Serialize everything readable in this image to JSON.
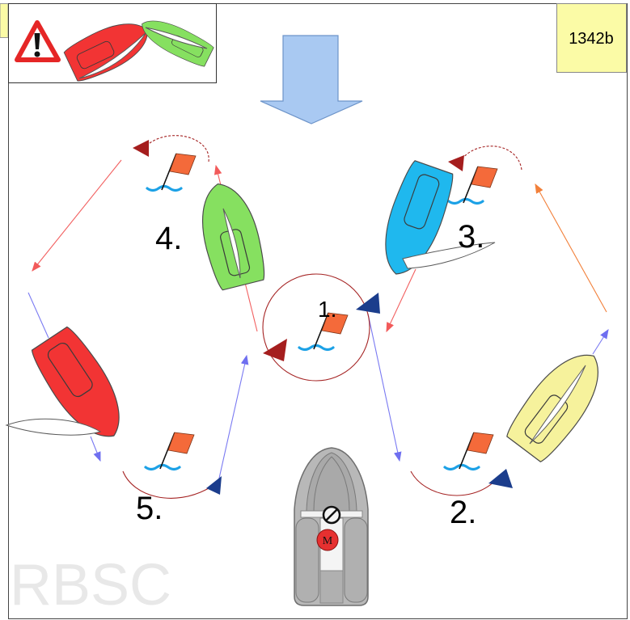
{
  "badge": {
    "code": "1342b"
  },
  "marks": {
    "mark1": "1.",
    "mark2": "2.",
    "mark3": "3.",
    "mark4": "4.",
    "mark5": "5."
  },
  "motorboat": {
    "badge": "M"
  },
  "watermark": "RBSC",
  "icons": {
    "warning": "warning-icon",
    "wind": "wind-arrow-icon",
    "prohibited": "prohibited-icon",
    "flag": "flag-icon",
    "water": "water-wave-icon"
  },
  "colors": {
    "red_boat": "#f23434",
    "green_boat": "#86e060",
    "blue_boat": "#1fb8ee",
    "yellow_boat": "#f6f29c",
    "motorboat": "#b8b8b8",
    "flag": "#f46a3a",
    "water": "#1ca1e6",
    "wind_arrow": "#a9c9f2",
    "badge": "#fbfba6"
  }
}
